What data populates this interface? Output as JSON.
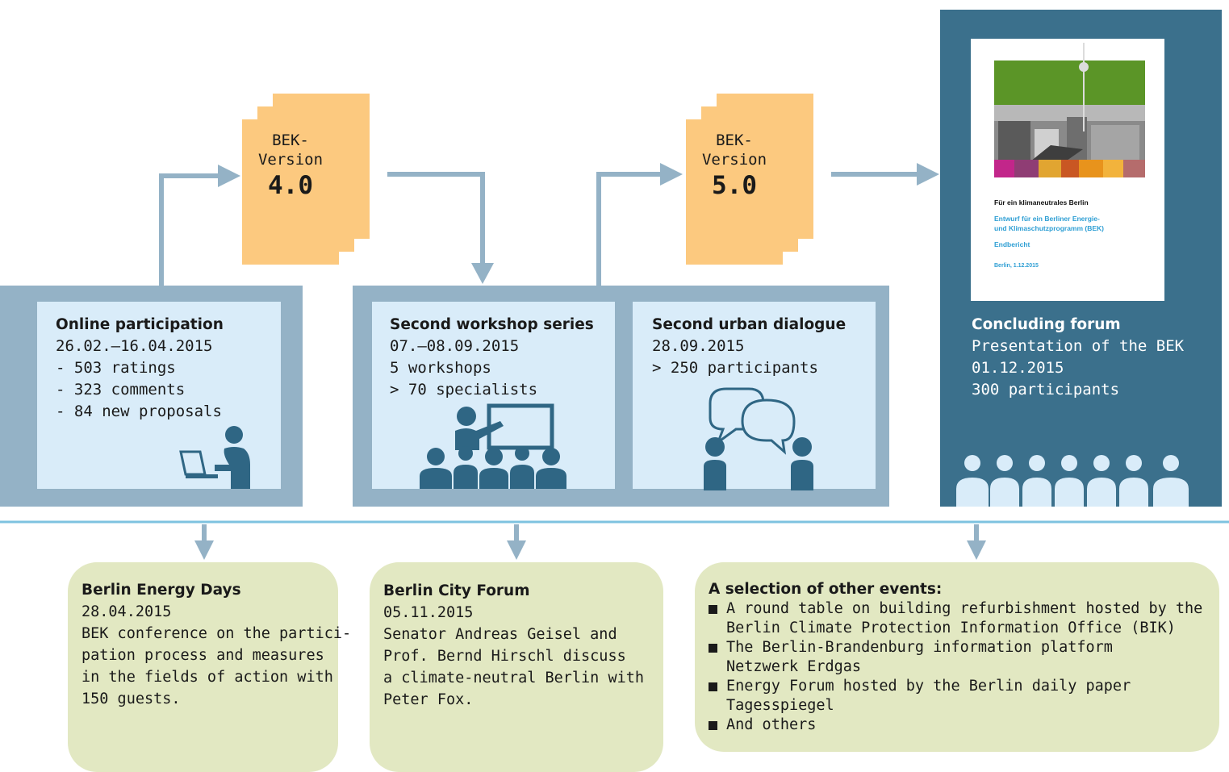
{
  "version_4": {
    "label": "BEK-Version",
    "number": "4.0"
  },
  "version_5": {
    "label": "BEK-Version",
    "number": "5.0"
  },
  "online": {
    "title": "Online participation",
    "dates": "26.02.–16.04.2015",
    "lines": [
      "- 503 ratings",
      "- 323 comments",
      "- 84 new proposals"
    ]
  },
  "workshop": {
    "title": "Second workshop series",
    "dates": "07.–08.09.2015",
    "lines": [
      "5 workshops",
      "> 70 specialists"
    ]
  },
  "dialogue": {
    "title": "Second urban dialogue",
    "dates": "28.09.2015",
    "lines": [
      "> 250 participants"
    ]
  },
  "forum": {
    "title": "Concluding forum",
    "lines": [
      "Presentation of the BEK",
      "01.12.2015",
      "300 participants"
    ]
  },
  "report_cover": {
    "heading": "Für ein klimaneutrales Berlin",
    "subtitle_1": "Entwurf für ein Berliner Energie-",
    "subtitle_2": "und Klimaschutzprogramm (BEK)",
    "subtitle_3": "Endbericht",
    "place_date": "Berlin, 1.12.2015"
  },
  "energy_days": {
    "title": "Berlin Energy Days",
    "date": "28.04.2015",
    "lines": [
      "BEK conference on the partici-",
      "pation process and measures",
      "in the fields of action with",
      "150 guests."
    ]
  },
  "city_forum": {
    "title": "Berlin City Forum",
    "date": "05.11.2015",
    "lines": [
      "Senator Andreas Geisel and",
      "Prof. Bernd Hirschl discuss",
      "a climate-neutral Berlin with",
      "Peter Fox."
    ]
  },
  "other_events": {
    "title": "A selection of other events:",
    "items": [
      [
        "A round table on building refurbishment hosted by the",
        "Berlin Climate Protection Information Office (BIK)"
      ],
      [
        "The Berlin-Brandenburg information platform",
        "Netzwerk Erdgas"
      ],
      [
        "Energy Forum hosted by the Berlin daily paper Tagesspiegel"
      ],
      [
        "And others"
      ]
    ]
  },
  "colors": {
    "frame": "#94b2c6",
    "panel": "#d9ecf9",
    "document": "#fcc97f",
    "forum_bg": "#3b708c",
    "icon": "#2f6684",
    "bubble": "#e2e8c2",
    "timeline": "#7ec3e0",
    "cover_green": "#5b9527",
    "cover_blue": "#2f9fd4"
  }
}
